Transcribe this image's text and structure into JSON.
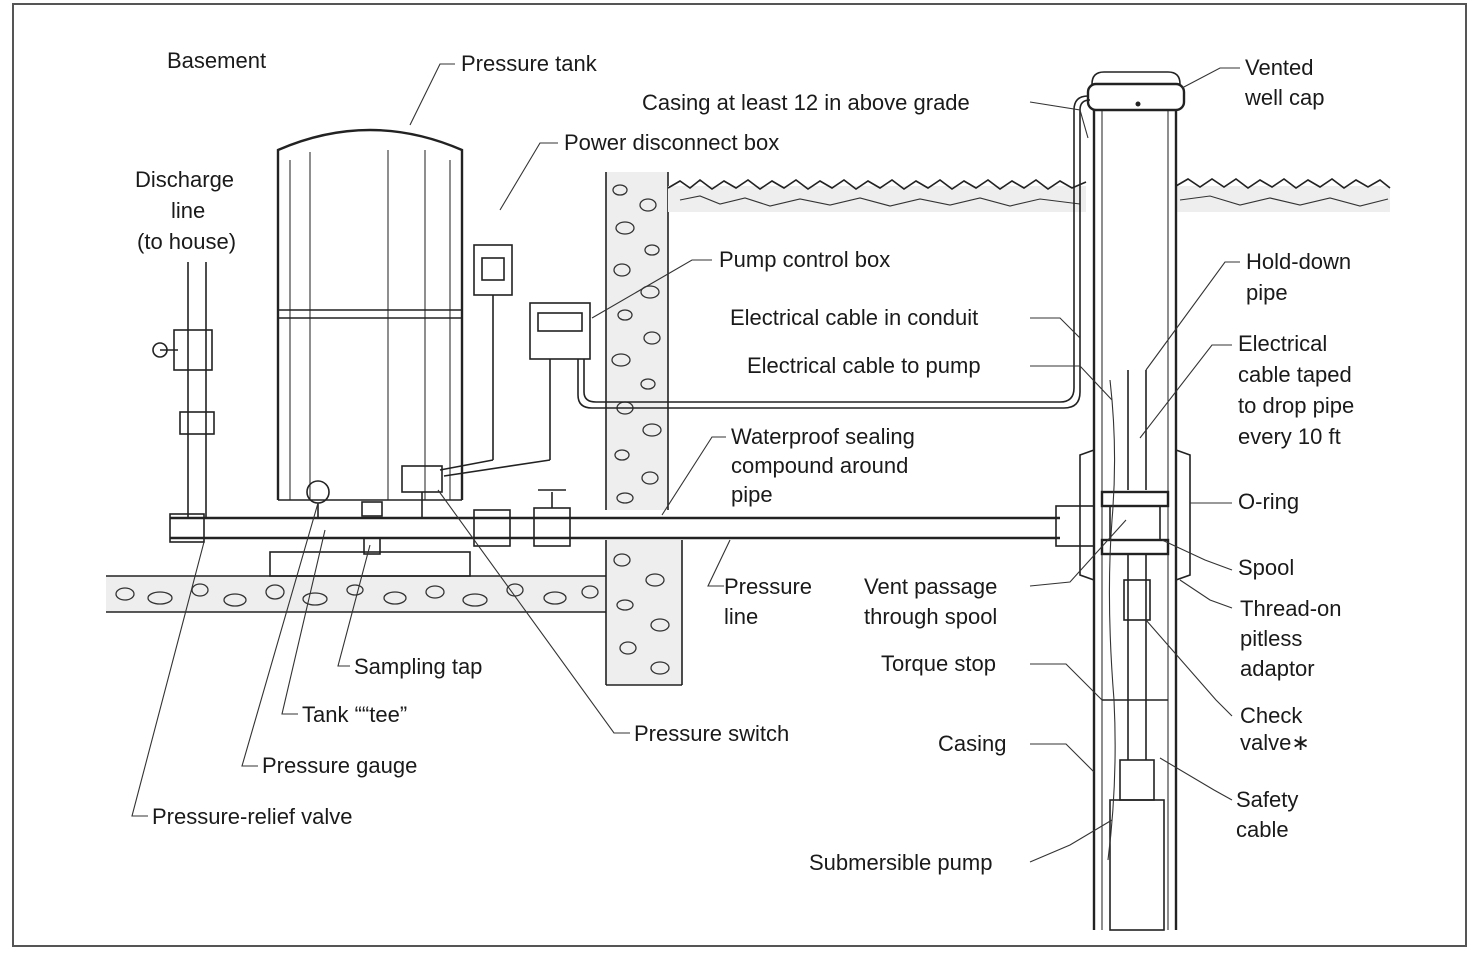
{
  "labels": {
    "basement": "Basement",
    "pressure_tank": "Pressure tank",
    "discharge_line_1": "Discharge",
    "discharge_line_2": "line",
    "discharge_line_3": "(to house)",
    "power_disconnect_box": "Power disconnect box",
    "casing_above_grade": "Casing at least 12 in above grade",
    "vented_well_cap_1": "Vented",
    "vented_well_cap_2": "well cap",
    "pump_control_box": "Pump control box",
    "hold_down_pipe_1": "Hold-down",
    "hold_down_pipe_2": "pipe",
    "electrical_cable_in_conduit": "Electrical cable in conduit",
    "electrical_cable_to_pump": "Electrical cable to pump",
    "cable_taped_1": "Electrical",
    "cable_taped_2": "cable taped",
    "cable_taped_3": "to drop pipe",
    "cable_taped_4": "every 10 ft",
    "waterproof_1": "Waterproof sealing",
    "waterproof_2": "compound around",
    "waterproof_3": "pipe",
    "o_ring": "O-ring",
    "spool": "Spool",
    "pressure_line_1": "Pressure",
    "pressure_line_2": "line",
    "vent_passage_1": "Vent passage",
    "vent_passage_2": "through spool",
    "pitless_1": "Thread-on",
    "pitless_2": "pitless",
    "pitless_3": "adaptor",
    "sampling_tap": "Sampling tap",
    "torque_stop": "Torque stop",
    "tank_tee": "Tank ““tee”",
    "check_valve_1": "Check",
    "check_valve_2": "valve∗",
    "pressure_switch": "Pressure switch",
    "casing": "Casing",
    "pressure_gauge": "Pressure gauge",
    "safety_cable_1": "Safety",
    "safety_cable_2": "cable",
    "pressure_relief_valve": "Pressure-relief valve",
    "submersible_pump": "Submersible pump"
  },
  "colors": {
    "ink": "#1a1a1a",
    "background": "#ffffff",
    "ground": "#eeeeee"
  }
}
